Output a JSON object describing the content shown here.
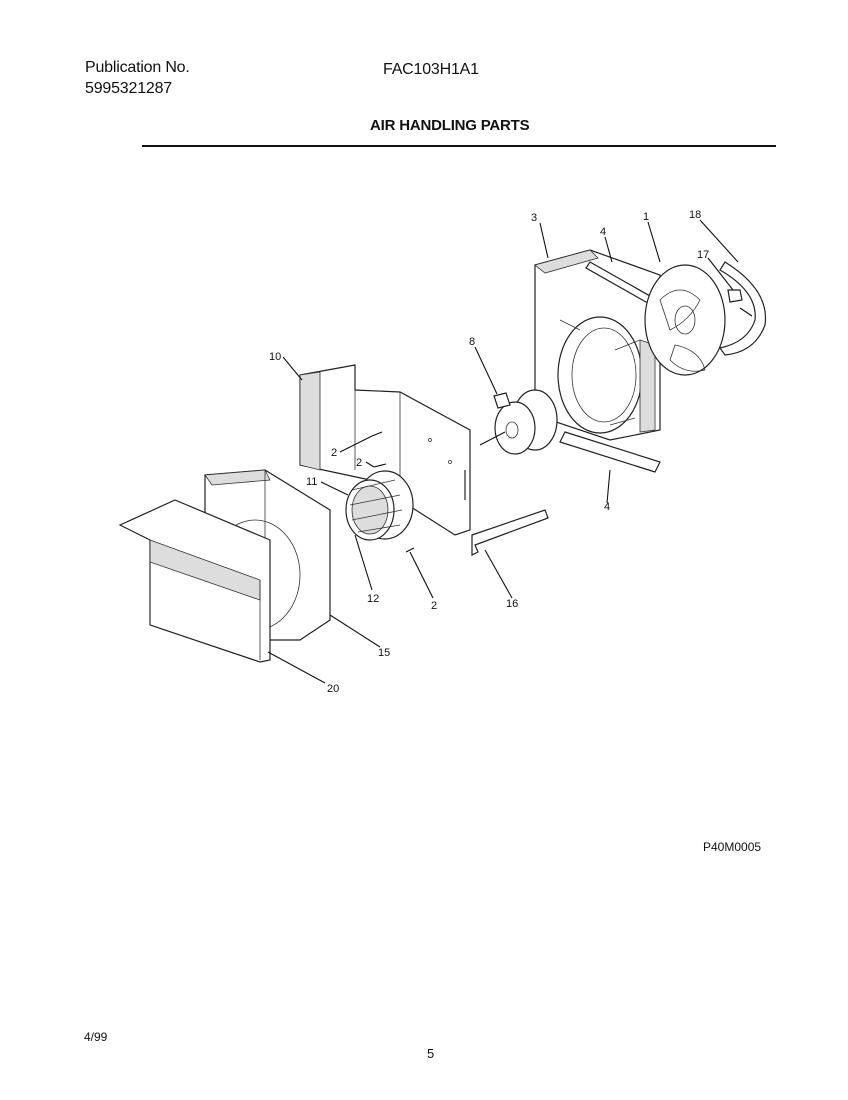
{
  "header": {
    "publication_label": "Publication No.",
    "publication_number": "5995321287",
    "model": "FAC103H1A1",
    "section_title": "AIR HANDLING PARTS"
  },
  "diagram": {
    "code": "P40M0005",
    "callouts": {
      "c1": "1",
      "c2a": "2",
      "c2b": "2",
      "c2c": "2",
      "c3": "3",
      "c4a": "4",
      "c4b": "4",
      "c8": "8",
      "c10": "10",
      "c11": "11",
      "c12": "12",
      "c15": "15",
      "c16": "16",
      "c17": "17",
      "c18": "18",
      "c20": "20"
    }
  },
  "footer": {
    "date": "4/99",
    "page_number": "5"
  }
}
